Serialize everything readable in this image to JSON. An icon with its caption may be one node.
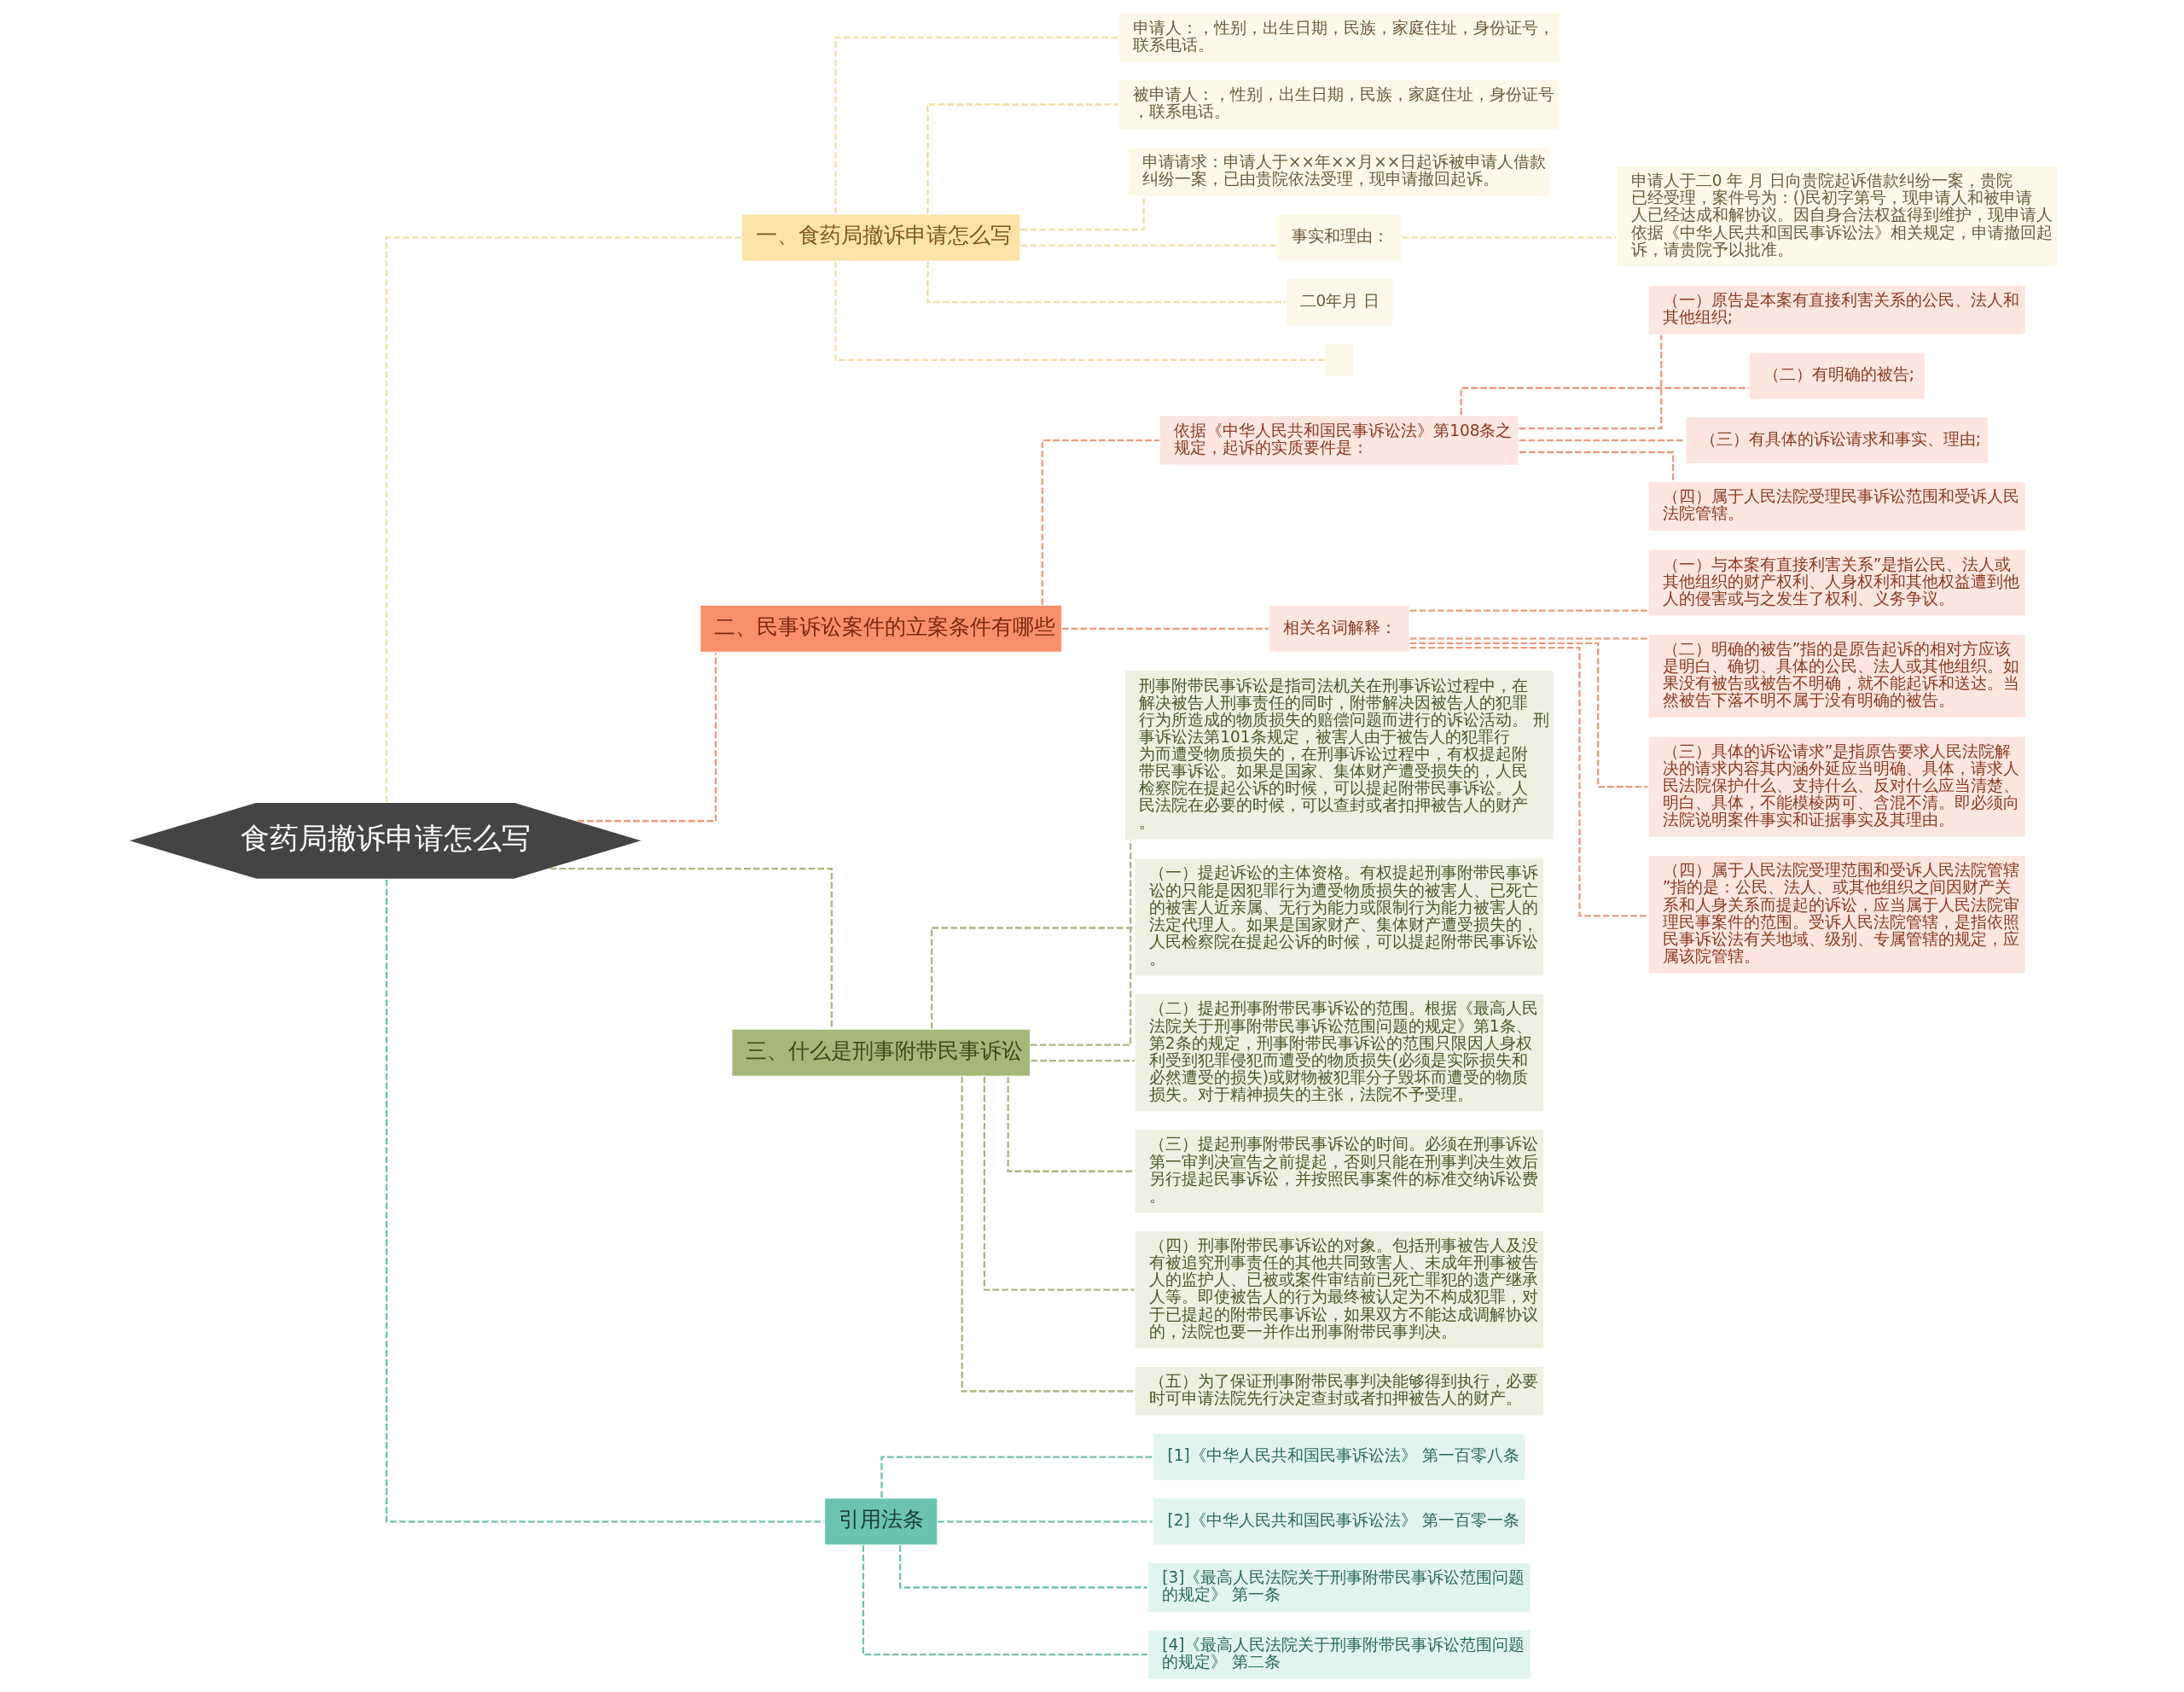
{
  "diagram": {
    "nodes": [
      {
        "text": [
          "食药局撤诉申请怎么写"
        ]
      },
      {
        "text": [
          "一、食药局撤诉申请怎么写"
        ]
      },
      {
        "text": [
          "申请人：，性别，出生日期，民族，家庭住址，身份证号，联系电话。"
        ]
      },
      {
        "text": [
          "被申请人：，性别，出生日期，民族，家庭住址，身份证号，联系电话。"
        ]
      },
      {
        "text": [
          "申请请求：申请人于××年××月××日起诉被申请人借款纠纷一案，已由贵院依法受理，现申请撤回起诉。"
        ]
      },
      {
        "text": [
          "事实和理由："
        ]
      },
      {
        "text": [
          "申请人于二0 年 月 日向贵院起诉借款纠纷一案，贵院已经受理，案件号为：()民初字第号，现申请人和被申请人已经达成和解协议。因自身合法权益得到维护，现申请人依据《中华人民共和国民事诉讼法》相关规定，申请撤回起诉，请贵院予以批准。"
        ]
      },
      {
        "text": [
          "二0年月 日"
        ]
      },
      {
        "text": [],
        "shape": "box"
      },
      {
        "text": [
          "二、民事诉讼案件的立案条件有哪些"
        ]
      },
      {
        "text": [
          "依据《中华人民共和国民事诉讼法》第108条之规定，起诉的实质要件是："
        ]
      },
      {
        "text": [
          "（一）原告是本案有直接利害关系的公民、法人和其他组织;"
        ]
      },
      {
        "text": [
          "（二）有明确的被告;"
        ]
      },
      {
        "text": [
          "（三）有具体的诉讼请求和事实、理由;"
        ]
      },
      {
        "text": [
          "（四）属于人民法院受理民事诉讼范围和受诉人民法院管辖。"
        ]
      },
      {
        "text": [
          "相关名词解释："
        ]
      },
      {
        "text": [
          "（一）与本案有直接利害关系”是指公民、法人或其他组织的财产权利、人身权利和其他权益遭到他人的侵害或与之发生了权利、义务争议。"
        ]
      },
      {
        "text": [
          "（二）明确的被告”指的是原告起诉的相对方应该是明白、确切、具体的公民、法人或其他组织。如果没有被告或被告不明确，就不能起诉和送达。当然被告下落不明不属于没有明确的被告。"
        ]
      },
      {
        "text": [
          "（三）具体的诉讼请求”是指原告要求人民法院解决的请求内容其内涵外延应当明确、具体，请求人民法院保护什么、支持什么、反对什么应当清楚、明白、具体，不能模棱两可、含混不清。即必须向法院说明案件事实和证据事实及其理由。"
        ]
      },
      {
        "text": [
          "（四）属于人民法院受理范围和受诉人民法院管辖”指的是：公民、法人、或其他组织之间因财产关系和人身关系而提起的诉讼，应当属于人民法院审理民事案件的范围。受诉人民法院管辖，是指依照民事诉讼法有关地域、级别、专属管辖的规定，应属该院管辖。"
        ]
      },
      {
        "text": [
          "三、什么是刑事附带民事诉讼"
        ]
      },
      {
        "text": [
          "刑事附带民事诉讼是指司法机关在刑事诉讼过程中，在解决被告人刑事责任的同时，附带解决因被告人的犯罪行为所造成的物质损失的赔偿问题而进行的诉讼活动。 刑事诉讼法第101条规定，被害人由于被告人的犯罪行为而遭受物质损失的，在刑事诉讼过程中，有权提起附带民事诉讼。如果是国家、集体财产遭受损失的，人民检察院在提起公诉的时候，可以提起附带民事诉讼。人民法院在必要的时候，可以查封或者扣押被告人的财产。"
        ]
      },
      {
        "text": [
          "（一）提起诉讼的主体资格。有权提起刑事附带民事诉讼的只能是因犯罪行为遭受物质损失的被害人、已死亡的被害人近亲属、无行为能力或限制行为能力被害人的法定代理人。如果是国家财产、集体财产遭受损失的，人民检察院在提起公诉的时候，可以提起附带民事诉讼。"
        ]
      },
      {
        "text": [
          "（二）提起刑事附带民事诉讼的范围。根据《最高人民法院关于刑事附带民事诉讼范围问题的规定》第1条、第2条的规定，刑事附带民事诉讼的范围只限因人身权利受到犯罪侵犯而遭受的物质损失(必须是实际损失和必然遭受的损失)或财物被犯罪分子毁坏而遭受的物质损失。对于精神损失的主张，法院不予受理。"
        ]
      },
      {
        "text": [
          "（三）提起刑事附带民事诉讼的时间。必须在刑事诉讼第一审判决宣告之前提起，否则只能在刑事判决生效后另行提起民事诉讼，并按照民事案件的标准交纳诉讼费。"
        ]
      },
      {
        "text": [
          "（四）刑事附带民事诉讼的对象。包括刑事被告人及没有被追究刑事责任的其他共同致害人、未成年刑事被告人的监护人、已被或案件审结前已死亡罪犯的遗产继承人等。即使被告人的行为最终被认定为不构成犯罪，对于已提起的附带民事诉讼，如果双方不能达成调解协议的，法院也要一并作出刑事附带民事判决。"
        ]
      },
      {
        "text": [
          "（五）为了保证刑事附带民事判决能够得到执行，必要时可申请法院先行决定查封或者扣押被告人的财产。"
        ]
      },
      {
        "text": [
          "引用法条"
        ]
      },
      {
        "text": [
          "[1]《中华人民共和国民事诉讼法》 第一百零八条"
        ]
      },
      {
        "text": [
          "[2]《中华人民共和国民事诉讼法》 第一百零一条"
        ]
      },
      {
        "text": [
          "[3]《最高人民法院关于刑事附带民事诉讼范围问题的规定》 第一条"
        ]
      },
      {
        "text": [
          "[4]《最高人民法院关于刑事附带民事诉讼范围问题的规定》 第二条"
        ]
      }
    ],
    "edges": [
      {
        "from": 0,
        "to": 1,
        "arrow": "none",
        "style": "dashed",
        "color": "#f2dfa6"
      },
      {
        "from": 1,
        "to": 2,
        "arrow": "none",
        "style": "dashed",
        "color": "#f2dfa6"
      },
      {
        "from": 1,
        "to": 3,
        "arrow": "none",
        "style": "dashed",
        "color": "#f2dfa6"
      },
      {
        "from": 1,
        "to": 4,
        "arrow": "none",
        "style": "dashed",
        "color": "#f2dfa6"
      },
      {
        "from": 1,
        "to": 5,
        "arrow": "none",
        "style": "dashed",
        "color": "#f2dfa6"
      },
      {
        "from": 5,
        "to": 6,
        "arrow": "none",
        "style": "dashed",
        "color": "#f2dfa6"
      },
      {
        "from": 1,
        "to": 7,
        "arrow": "none",
        "style": "dashed",
        "color": "#f2dfa6"
      },
      {
        "from": 1,
        "to": 8,
        "arrow": "none",
        "style": "dashed",
        "color": "#f2dfa6"
      },
      {
        "from": 0,
        "to": 9,
        "arrow": "none",
        "style": "dashed",
        "color": "#ec9a7c"
      },
      {
        "from": 9,
        "to": 10,
        "arrow": "none",
        "style": "dashed",
        "color": "#ec9a7c"
      },
      {
        "from": 10,
        "to": 11,
        "arrow": "none",
        "style": "dashed",
        "color": "#ec9a7c"
      },
      {
        "from": 10,
        "to": 12,
        "arrow": "none",
        "style": "dashed",
        "color": "#ec9a7c"
      },
      {
        "from": 10,
        "to": 13,
        "arrow": "none",
        "style": "dashed",
        "color": "#ec9a7c"
      },
      {
        "from": 10,
        "to": 14,
        "arrow": "none",
        "style": "dashed",
        "color": "#ec9a7c"
      },
      {
        "from": 9,
        "to": 15,
        "arrow": "none",
        "style": "dashed",
        "color": "#ec9a7c"
      },
      {
        "from": 15,
        "to": 16,
        "arrow": "none",
        "style": "dashed",
        "color": "#ec9a7c"
      },
      {
        "from": 15,
        "to": 17,
        "arrow": "none",
        "style": "dashed",
        "color": "#ec9a7c"
      },
      {
        "from": 15,
        "to": 18,
        "arrow": "none",
        "style": "dashed",
        "color": "#ec9a7c"
      },
      {
        "from": 15,
        "to": 19,
        "arrow": "none",
        "style": "dashed",
        "color": "#ec9a7c"
      },
      {
        "from": 0,
        "to": 20,
        "arrow": "none",
        "style": "dashed",
        "color": "#a9b882"
      },
      {
        "from": 20,
        "to": 21,
        "arrow": "none",
        "style": "dashed",
        "color": "#a9b882"
      },
      {
        "from": 20,
        "to": 22,
        "arrow": "none",
        "style": "dashed",
        "color": "#a9b882"
      },
      {
        "from": 20,
        "to": 23,
        "arrow": "none",
        "style": "dashed",
        "color": "#a9b882"
      },
      {
        "from": 20,
        "to": 24,
        "arrow": "none",
        "style": "dashed",
        "color": "#a9b882"
      },
      {
        "from": 20,
        "to": 25,
        "arrow": "none",
        "style": "dashed",
        "color": "#a9b882"
      },
      {
        "from": 20,
        "to": 26,
        "arrow": "none",
        "style": "dashed",
        "color": "#a9b882"
      },
      {
        "from": 0,
        "to": 27,
        "arrow": "none",
        "style": "dashed",
        "color": "#72bfae"
      },
      {
        "from": 27,
        "to": 28,
        "arrow": "none",
        "style": "dashed",
        "color": "#72bfae"
      },
      {
        "from": 27,
        "to": 29,
        "arrow": "none",
        "style": "dashed",
        "color": "#72bfae"
      },
      {
        "from": 27,
        "to": 30,
        "arrow": "none",
        "style": "dashed",
        "color": "#72bfae"
      },
      {
        "from": 27,
        "to": 31,
        "arrow": "none",
        "style": "dashed",
        "color": "#72bfae"
      }
    ]
  }
}
